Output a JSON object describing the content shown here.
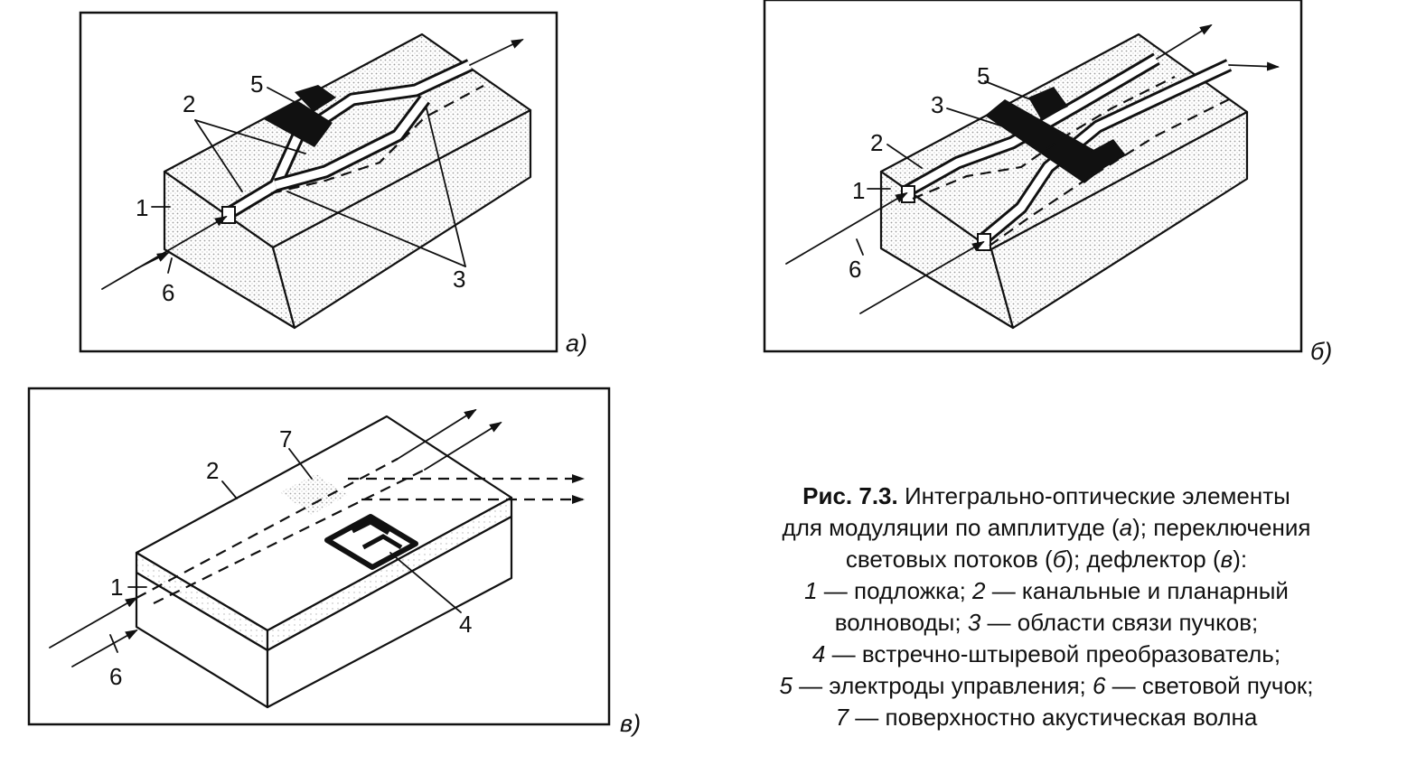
{
  "panels": {
    "a": {
      "label": "а)",
      "callouts": {
        "n1": "1",
        "n2": "2",
        "n3": "3",
        "n5": "5",
        "n6": "6"
      }
    },
    "b": {
      "label": "б)",
      "callouts": {
        "n1": "1",
        "n2": "2",
        "n3": "3",
        "n5": "5",
        "n6": "6"
      }
    },
    "v": {
      "label": "в)",
      "callouts": {
        "n1": "1",
        "n2": "2",
        "n4": "4",
        "n6": "6",
        "n7": "7"
      }
    }
  },
  "caption": {
    "title": "Рис. 7.3.",
    "line1_rest": " Интегрально-оптические элементы",
    "line2_pre": "для модуляции по амплитуде (",
    "line2_a": "а",
    "line2_post": "); переключения",
    "line3_pre": "световых потоков (",
    "line3_b": "б",
    "line3_mid": "); дефлектор (",
    "line3_v": "в",
    "line3_post": "):",
    "n1": "1",
    "t1": " — подложка; ",
    "n2": "2",
    "t2": " — канальные и планарный",
    "line5_pre": "волноводы; ",
    "n3": "3",
    "t3": " — области связи пучков;",
    "n4": "4",
    "t4": " — встречно-штыревой преобразователь;",
    "n5": "5",
    "t5": " — электроды управления; ",
    "n6": "6",
    "t6": " — световой пучок;",
    "n7": "7",
    "t7": " — поверхностно акустическая волна"
  },
  "colors": {
    "ink": "#111111",
    "surface_dots": "#c9c9c9",
    "face_light": "#e2e2e2"
  }
}
